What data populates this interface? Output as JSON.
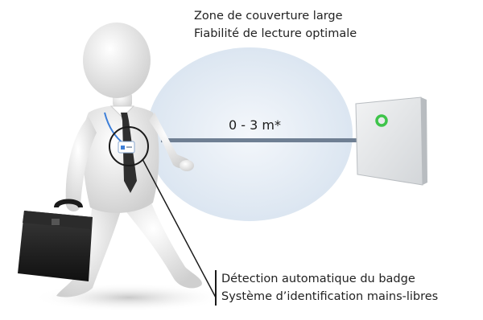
{
  "coverage": {
    "line1": "Zone de couverture large",
    "line2": "Fiabilité de lecture optimale"
  },
  "range": {
    "label": "0 - 3 m*"
  },
  "detection": {
    "line1": "Détection automatique du badge",
    "line2": "Système d’identification mains-libres"
  },
  "colors": {
    "coverage_zone": "#d9e4f0",
    "beam": "#6f7f93",
    "reader_led": "#3ec44a",
    "tie": "#2f2f2f",
    "briefcase": "#1a1a1a"
  }
}
